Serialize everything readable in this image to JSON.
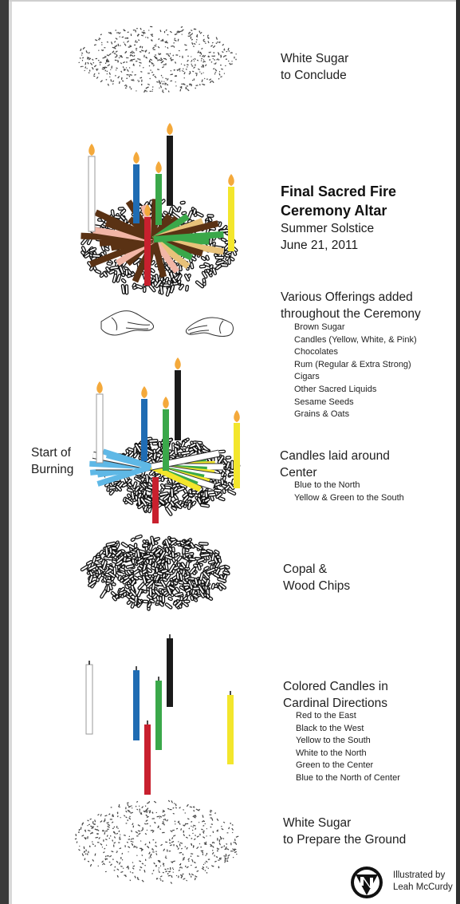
{
  "title": {
    "line1": "Final Sacred Fire",
    "line2": "Ceremony Altar",
    "subtitle": "Summer Solstice",
    "date": "June 21, 2011"
  },
  "layers": {
    "white_sugar_top": {
      "line1": "White Sugar",
      "line2": "to Conclude"
    },
    "offerings": {
      "line1": "Various Offerings added",
      "line2": "throughout the Ceremony",
      "items": [
        "Brown Sugar",
        "Candles (Yellow, White, & Pink)",
        "Chocolates",
        "Rum (Regular & Extra Strong)",
        "Cigars",
        "Other Sacred Liquids",
        "Sesame Seeds",
        "Grains & Oats"
      ]
    },
    "start_of_burning": {
      "line1": "Start of",
      "line2": "Burning"
    },
    "candles_laid": {
      "line1": "Candles laid around",
      "line2": "Center",
      "items": [
        "Blue to the North",
        "Yellow & Green to the South"
      ]
    },
    "copal": {
      "line1": "Copal &",
      "line2": "Wood Chips"
    },
    "colored_candles": {
      "line1": "Colored Candles in",
      "line2": "Cardinal Directions",
      "items": [
        "Red to the East",
        "Black to the West",
        "Yellow to the South",
        "White to the North",
        "Green to the Center",
        "Blue to the North of Center"
      ]
    },
    "white_sugar_bottom": {
      "line1": "White Sugar",
      "line2": "to Prepare the Ground"
    }
  },
  "credit": {
    "line1": "Illustrated by",
    "line2": "Leah McCurdy"
  },
  "colors": {
    "red": "#c8202e",
    "black": "#1a1a1a",
    "yellow": "#f3e62c",
    "white": "#ffffff",
    "green": "#3aa84a",
    "blue": "#1f6cb3",
    "light_blue": "#5fb8e6",
    "brown": "#5a3214",
    "flame": "#f4a93b"
  }
}
